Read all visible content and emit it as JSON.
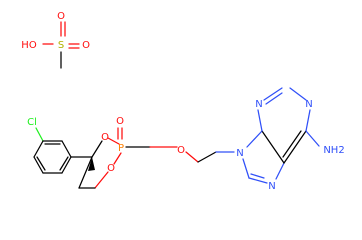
{
  "molecule": {
    "atom_labels": {
      "ho": "HO",
      "s": "S",
      "o_sulfonyl_top": "O",
      "o_sulfonyl_bottom": "O",
      "cl": "Cl",
      "o_ring_upper": "O",
      "o_ring_lower": "O",
      "p": "P",
      "o_phosphoryl": "O",
      "o_ether": "O",
      "n9": "N",
      "n7": "N",
      "n3": "N",
      "n1": "N",
      "nh2": "NH2"
    },
    "colors": {
      "bond": "#000000",
      "oxygen": "#ff0d0d",
      "nitrogen": "#3050f8",
      "chlorine": "#1ff01f",
      "sulfur": "#b2b200",
      "phosphorus": "#ff8000"
    }
  }
}
